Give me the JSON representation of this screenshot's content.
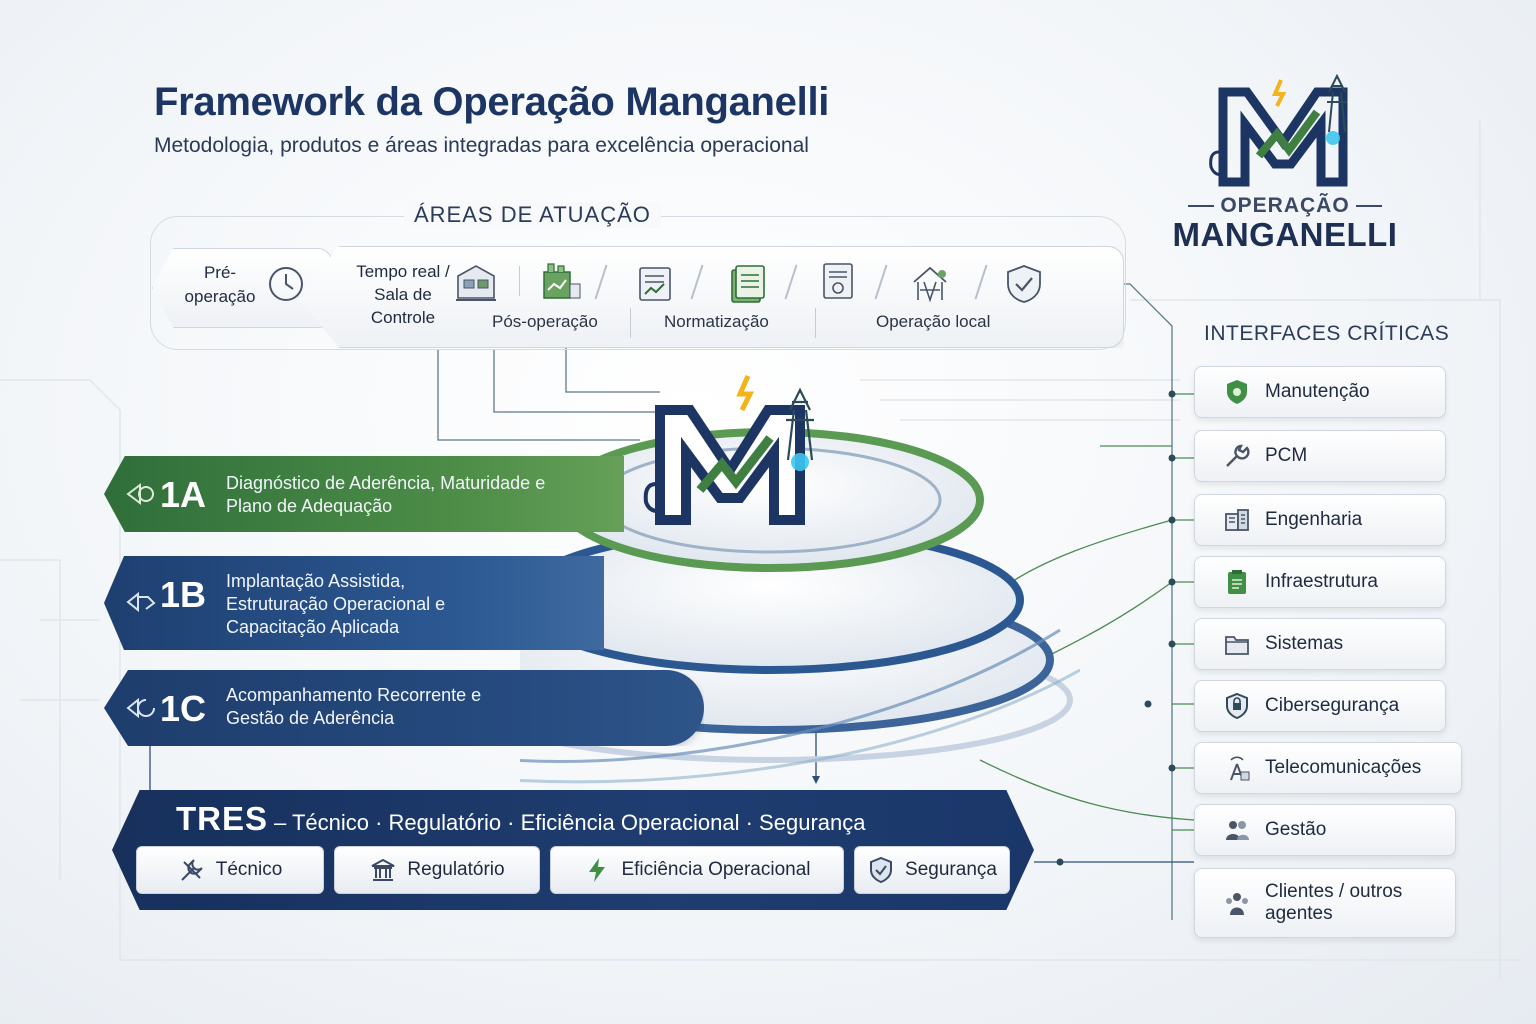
{
  "header": {
    "title": "Framework da Operação Manganelli",
    "subtitle": "Metodologia, produtos e áreas integradas para excelência operacional"
  },
  "brand": {
    "line1": "OPERAÇÃO",
    "line2": "MANGANELLI"
  },
  "areas": {
    "title": "ÁREAS DE ATUAÇÃO",
    "pre_operacao": "Pré-operação",
    "tempo_real": "Tempo real / Sala de Controle",
    "pos_operacao": "Pós-operação",
    "normatizacao": "Normatização",
    "operacao_local": "Operação local"
  },
  "products": [
    {
      "badge": "1A",
      "text": "Diagnóstico de Aderência, Maturidade e Plano de Adequação",
      "color": "#3f7f42"
    },
    {
      "badge": "1B",
      "text": "Implantação Assistida, Estruturação Operacional e Capacitação Aplicada",
      "color": "#2a5590"
    },
    {
      "badge": "1C",
      "text": "Acompanhamento Recorrente e Gestão de Aderência",
      "color": "#234a80"
    }
  ],
  "tres": {
    "name": "TRES",
    "subtitle": "– Técnico · Regulatório · Eficiência Operacional · Segurança",
    "pillars": [
      "Técnico",
      "Regulatório",
      "Eficiência Operacional",
      "Segurança"
    ]
  },
  "interfaces": {
    "title": "INTERFACES CRÍTICAS",
    "items": [
      {
        "label": "Manutenção",
        "icon": "shield-gear-icon"
      },
      {
        "label": "PCM",
        "icon": "wrench-icon"
      },
      {
        "label": "Engenharia",
        "icon": "building-icon"
      },
      {
        "label": "Infraestrutura",
        "icon": "clipboard-icon"
      },
      {
        "label": "Sistemas",
        "icon": "folder-icon"
      },
      {
        "label": "Cibersegurança",
        "icon": "cyber-shield-icon"
      },
      {
        "label": "Telecomunicações",
        "icon": "antenna-icon"
      },
      {
        "label": "Gestão",
        "icon": "people-icon"
      },
      {
        "label": "Clientes / outros agentes",
        "icon": "group-icon"
      }
    ]
  },
  "colors": {
    "navy": "#1d3563",
    "green": "#3f7f42",
    "blue": "#2a5590",
    "accent_yellow": "#f2b31b",
    "accent_cyan": "#3cc6f0"
  }
}
